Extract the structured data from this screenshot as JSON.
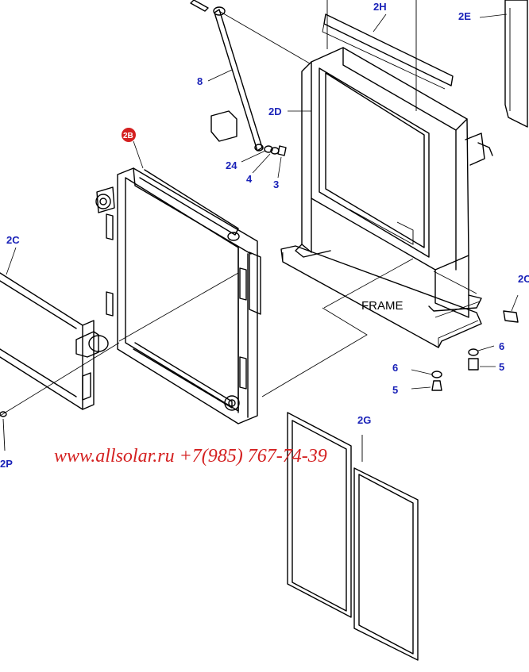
{
  "callouts": {
    "c_2h": "2H",
    "c_2e": "2E",
    "c_8": "8",
    "c_2d": "2D",
    "c_2b": "2B",
    "c_24": "24",
    "c_4": "4",
    "c_3": "3",
    "c_2c": "2C",
    "c_2c_right": "2C",
    "c_6a": "6",
    "c_5a": "5",
    "c_6b": "6",
    "c_5b": "5",
    "c_2g": "2G",
    "c_2p": "2P"
  },
  "frame_label": "FRAME",
  "watermark": "www.allsolar.ru +7(985) 767-74-39",
  "colors": {
    "callout": "#1a22b8",
    "highlight_badge": "#d42020",
    "watermark": "#d42020"
  }
}
